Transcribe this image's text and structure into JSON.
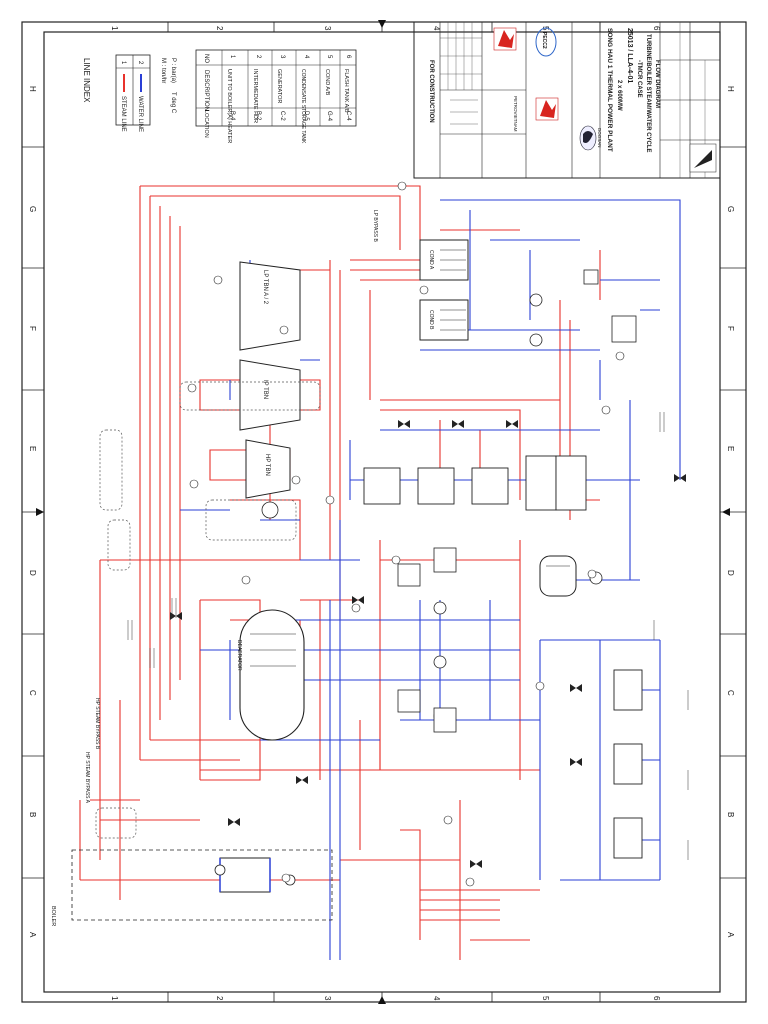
{
  "sheet": {
    "grid_numbers": [
      "1",
      "2",
      "3",
      "4",
      "5",
      "6"
    ],
    "grid_letters": [
      "H",
      "G",
      "F",
      "E",
      "D",
      "C",
      "B",
      "A"
    ]
  },
  "title_block": {
    "status": "FOR CONSTRUCTION",
    "project": "SONG HAU 1 THERMAL POWER PLANT",
    "capacity": "2 x 600MW",
    "drawing_no": "25013 / LLA-4-01",
    "case": "-TMCR CASE",
    "title_line1": "TURBINE/BOILER STEAM/WATER CYCLE",
    "title_line2": "FLOW DIAGRAM",
    "contractor": "PETROVIETNAM",
    "engineer": "PECC2",
    "designer": "DOOSAN"
  },
  "line_index": {
    "title": "LINE INDEX",
    "items": [
      {
        "no": "1",
        "label": "STEAM LINE",
        "color": "#e8322c"
      },
      {
        "no": "2",
        "label": "WATER LINE",
        "color": "#2a3fd6"
      }
    ]
  },
  "units": {
    "flow": "M : ton/hr",
    "pressure": "P : bar(a)",
    "temperature": "T deg C"
  },
  "equipment_table": {
    "headers": [
      "NO",
      "DESCRIPTION",
      "LOCATION"
    ],
    "rows": [
      {
        "no": "1",
        "desc": "UNIT TO BOILER(A) HEATER",
        "loc": "B-4"
      },
      {
        "no": "2",
        "desc": "INTERMEDIATE HDR",
        "loc": "B-2"
      },
      {
        "no": "3",
        "desc": "GENERATOR",
        "loc": "C-2"
      },
      {
        "no": "4",
        "desc": "CONDENSATE STORAGE TANK",
        "loc": "D-5"
      },
      {
        "no": "5",
        "desc": "COND A/B",
        "loc": "G-4"
      },
      {
        "no": "6",
        "desc": "FLASH TANK A/B",
        "loc": "C-4"
      }
    ]
  },
  "equipment_labels": {
    "lp_turbine": "LP TBN A / 2",
    "ip_turbine": "IP TBN",
    "hp_turbine": "HP TBN",
    "deaerator": "DEAERATOR",
    "boiler": "BOILER",
    "steam_bypass_a": "HP STEAM BYPASS A",
    "steam_bypass_b": "HP STEAM BYPASS B",
    "lp_bypass": "LP BYPASS B",
    "cond_a": "COND A",
    "cond_b": "COND B"
  }
}
